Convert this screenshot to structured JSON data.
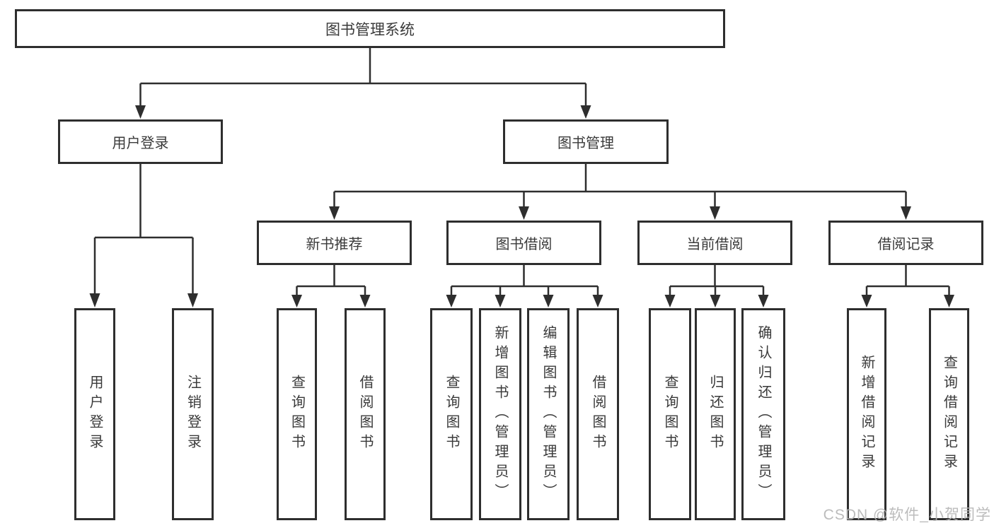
{
  "diagram": {
    "root": {
      "label": "图书管理系统"
    },
    "branches": [
      {
        "label": "用户登录",
        "children": [
          {
            "label": "用户登录"
          },
          {
            "label": "注销登录"
          }
        ]
      },
      {
        "label": "图书管理",
        "children": [
          {
            "label": "新书推荐",
            "children": [
              {
                "label": "查询图书"
              },
              {
                "label": "借阅图书"
              }
            ]
          },
          {
            "label": "图书借阅",
            "children": [
              {
                "label": "查询图书"
              },
              {
                "label": "新增图书（管理员）"
              },
              {
                "label": "编辑图书（管理员）"
              },
              {
                "label": "借阅图书"
              }
            ]
          },
          {
            "label": "当前借阅",
            "children": [
              {
                "label": "查询图书"
              },
              {
                "label": "归还图书"
              },
              {
                "label": "确认归还（管理员）"
              }
            ]
          },
          {
            "label": "借阅记录",
            "children": [
              {
                "label": "新增借阅记录"
              },
              {
                "label": "查询借阅记录"
              }
            ]
          }
        ]
      }
    ]
  },
  "watermark": {
    "text": "CSDN @软件_小贺同学"
  },
  "colors": {
    "line": "#2e2e2e",
    "text": "#3a3a3a",
    "watermark": "#b5b5b5",
    "background": "#ffffff"
  }
}
